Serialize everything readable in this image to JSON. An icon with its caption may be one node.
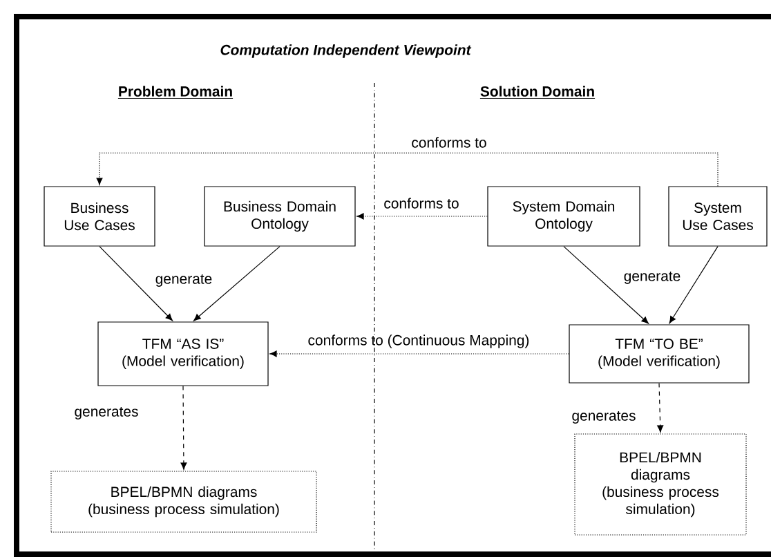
{
  "diagram": {
    "title": "Computation Independent Viewpoint",
    "nodes": [
      {
        "text": [
          "Business Use Cases"
        ]
      },
      {
        "text": [
          "Business Domain Ontology"
        ]
      },
      {
        "text": [
          "System Domain Ontology"
        ]
      },
      {
        "text": [
          "System Use Cases"
        ]
      },
      {
        "text": [
          "TFM “AS IS”",
          "(Model verification)"
        ]
      },
      {
        "text": [
          "TFM “TO BE”",
          "(Model verification)"
        ]
      },
      {
        "text": [
          "BPEL/BPMN diagrams",
          "(business process simulation)"
        ]
      },
      {
        "text": [
          "BPEL/BPMN diagrams",
          "(business process simulation)"
        ]
      }
    ],
    "edges": [
      {
        "from": 3,
        "to": 0,
        "arrow": "to",
        "label": "conforms to",
        "style": "dashed"
      },
      {
        "from": 2,
        "to": 1,
        "arrow": "to",
        "label": "conforms to",
        "style": "dashed"
      },
      {
        "from": 0,
        "to": 4,
        "arrow": "to",
        "label": "generate"
      },
      {
        "from": 1,
        "to": 4,
        "arrow": "to"
      },
      {
        "from": 2,
        "to": 5,
        "arrow": "to",
        "label": "generate"
      },
      {
        "from": 3,
        "to": 5,
        "arrow": "to"
      },
      {
        "from": 5,
        "to": 4,
        "arrow": "to",
        "label": "conforms to (Continuous Mapping)",
        "style": "dashed"
      },
      {
        "from": 4,
        "to": 6,
        "arrow": "to",
        "label": "generates",
        "style": "dashed"
      },
      {
        "from": 5,
        "to": 7,
        "arrow": "to",
        "label": "generates",
        "style": "dashed"
      }
    ],
    "labels": [
      "Problem Domain",
      "Solution Domain"
    ]
  }
}
